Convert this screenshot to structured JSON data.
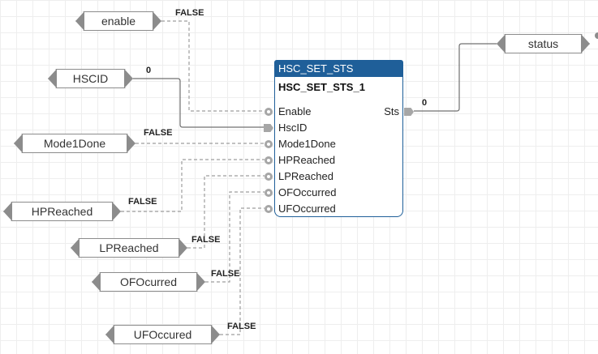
{
  "inputs": [
    {
      "label": "enable",
      "value": "FALSE"
    },
    {
      "label": "HSCID",
      "value": "0"
    },
    {
      "label": "Mode1Done",
      "value": "FALSE"
    },
    {
      "label": "HPReached",
      "value": "FALSE"
    },
    {
      "label": "LPReached",
      "value": "FALSE"
    },
    {
      "label": "OFOcurred",
      "value": "FALSE"
    },
    {
      "label": "UFOccured",
      "value": "FALSE"
    }
  ],
  "output": {
    "label": "status",
    "value": "0"
  },
  "block": {
    "type": "HSC_SET_STS",
    "instance": "HSC_SET_STS_1",
    "pins_in": [
      "Enable",
      "HscID",
      "Mode1Done",
      "HPReached",
      "LPReached",
      "OFOccurred",
      "UFOccurred"
    ],
    "pin_out": "Sts"
  }
}
